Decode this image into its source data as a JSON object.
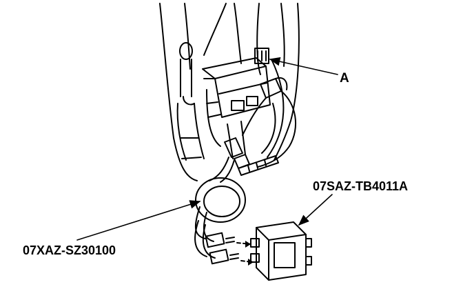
{
  "callouts": {
    "a": "A",
    "tester_box": "07SAZ-TB4011A",
    "harness": "07XAZ-SZ30100"
  },
  "colors": {
    "ink": "#000000",
    "paper": "#ffffff"
  }
}
